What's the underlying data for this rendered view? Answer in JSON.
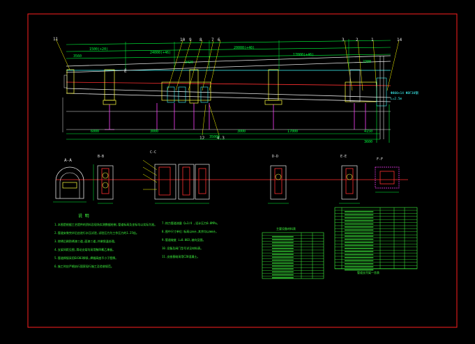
{
  "colors": {
    "background": "#000000",
    "frame": "#ff2020",
    "centerline": "#ff3030",
    "outline": "#e8e8e8",
    "dimension": "#00ff3c",
    "structure": "#ffff40",
    "support": "#ff40ff",
    "piping": "#40ffff",
    "leader": "#ffff00",
    "note": "#40ff40"
  },
  "section_labels": {
    "a": "A-A",
    "b": "B-B",
    "c": "C-C",
    "d": "D-D",
    "e": "E-E",
    "f": "F-F"
  },
  "balloons": {
    "b11": "11",
    "b10": "10",
    "b9": "9",
    "b8": "8",
    "b7": "7",
    "b6": "6",
    "b3": "3",
    "b2": "2",
    "b1": "1",
    "b14": "14",
    "b12": "12",
    "b43": "4.3"
  },
  "dimensions": {
    "d1": "1500(+20)",
    "d2": "3560",
    "d3": "24000(+46)",
    "d4": "3420",
    "d5": "17000(+46)",
    "d6": "20000(+40)",
    "d7": "2300",
    "d8": "6000",
    "d9": "17000",
    "d10": "3000",
    "d11": "35000",
    "d12": "4150",
    "d13": "3600"
  },
  "callouts": {
    "right_spec": "Φ800×14 ΦBF30钢",
    "right_spec2": "L=2.5m",
    "elev_a": "Ë"
  },
  "notes": {
    "title": "说 明",
    "n1": "1.本图是根据工艺提供的资料及现场实测数据绘制,管道标高及坐标均以实际为准。",
    "n2": "2.管道安装完毕后应进行水压试验,试验压力为工作压力的1.25倍。",
    "n3": "3.除锈后刷防锈漆二道,面漆二道,并做保温处理。",
    "n4": "4.支架间距见图,滑动支架均采用聚四氟乙烯板。",
    "n5": "5.管道焊接采用E4303焊条,焊缝高度不小于壁厚。",
    "n6": "6.施工时应严格执行国家现行施工及验收规范。",
    "m1": "7.热力管道流量 Q=3/4 ,设计压力0.8MPa。",
    "m2": "8.图中尺寸单位:标高以m计,其余均以mm计。",
    "m3": "9.管道坡度 i=0.003,坡向见图。",
    "m4": "10.设备及阀门型号详见材料表。",
    "m5": "11.支座基础采用C20混凝土。"
  },
  "tables": {
    "t1_title": "主要设备材料表",
    "t2_title": "管道支吊架一览表"
  }
}
